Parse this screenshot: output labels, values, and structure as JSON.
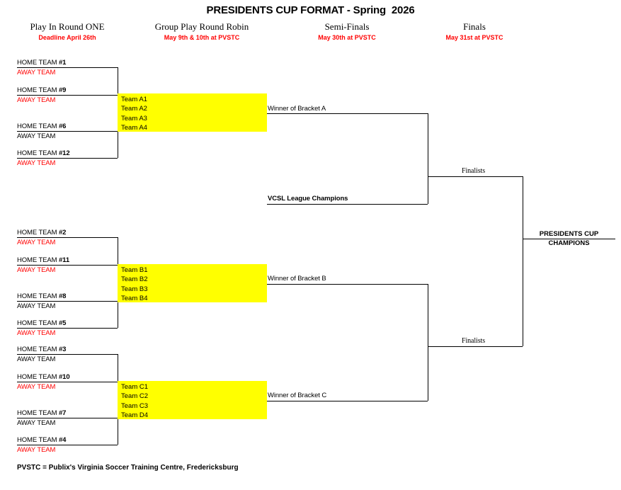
{
  "document": {
    "title": "PRESIDENTS CUP FORMAT - Spring  2026",
    "footnote": "PVSTC = Publix's Virginia Soccer Training Centre, Fredericksburg"
  },
  "columns": [
    {
      "heading": "Play In Round ONE",
      "date": "Deadline April 26th"
    },
    {
      "heading": "Group Play Round Robin",
      "date": "May 9th & 10th at PVSTC"
    },
    {
      "heading": "Semi-Finals",
      "date": "May 30th at PVSTC"
    },
    {
      "heading": "Finals",
      "date": "May 31st at PVSTC"
    }
  ],
  "colors": {
    "away_red": "#ff0000",
    "group_highlight": "#ffff00",
    "line": "#000000",
    "text": "#000000"
  },
  "play_in": {
    "bracket_a": [
      {
        "home": "HOME TEAM #1",
        "away": "AWAY TEAM",
        "away_color": "red"
      },
      {
        "home": "HOME TEAM #9",
        "away": "AWAY TEAM",
        "away_color": "red"
      },
      {
        "home": "HOME TEAM #6",
        "away": "AWAY TEAM",
        "away_color": "black"
      },
      {
        "home": "HOME TEAM #12",
        "away": "AWAY TEAM",
        "away_color": "red"
      }
    ],
    "bracket_b": [
      {
        "home": "HOME TEAM #2",
        "away": "AWAY TEAM",
        "away_color": "red"
      },
      {
        "home": "HOME TEAM #11",
        "away": "AWAY TEAM",
        "away_color": "red"
      },
      {
        "home": "HOME TEAM #8",
        "away": "AWAY TEAM",
        "away_color": "black"
      },
      {
        "home": "HOME TEAM #5",
        "away": "AWAY TEAM",
        "away_color": "red"
      }
    ],
    "bracket_c": [
      {
        "home": "HOME TEAM #3",
        "away": "AWAY TEAM",
        "away_color": "black"
      },
      {
        "home": "HOME TEAM #10",
        "away": "AWAY TEAM",
        "away_color": "red"
      },
      {
        "home": "HOME TEAM #7",
        "away": "AWAY TEAM",
        "away_color": "black"
      },
      {
        "home": "HOME TEAM #4",
        "away": "AWAY TEAM",
        "away_color": "red"
      }
    ]
  },
  "group_play": {
    "bracket_a": [
      "Team A1",
      "Team A2",
      "Team A3",
      "Team A4"
    ],
    "bracket_b": [
      "Team B1",
      "Team B2",
      "Team B3",
      "Team B4"
    ],
    "bracket_c": [
      "Team C1",
      "Team C2",
      "Team C3",
      "Team D4"
    ]
  },
  "semifinals": {
    "winner_a": "Winner of Bracket A",
    "vcsl": "VCSL League Champions",
    "winner_b": "Winner of Bracket B",
    "winner_c": "Winner of Bracket C"
  },
  "finals": {
    "finalists_top": "Finalists",
    "finalists_bottom": "Finalists",
    "champions_line1": "PRESIDENTS CUP",
    "champions_line2": "CHAMPIONS"
  }
}
